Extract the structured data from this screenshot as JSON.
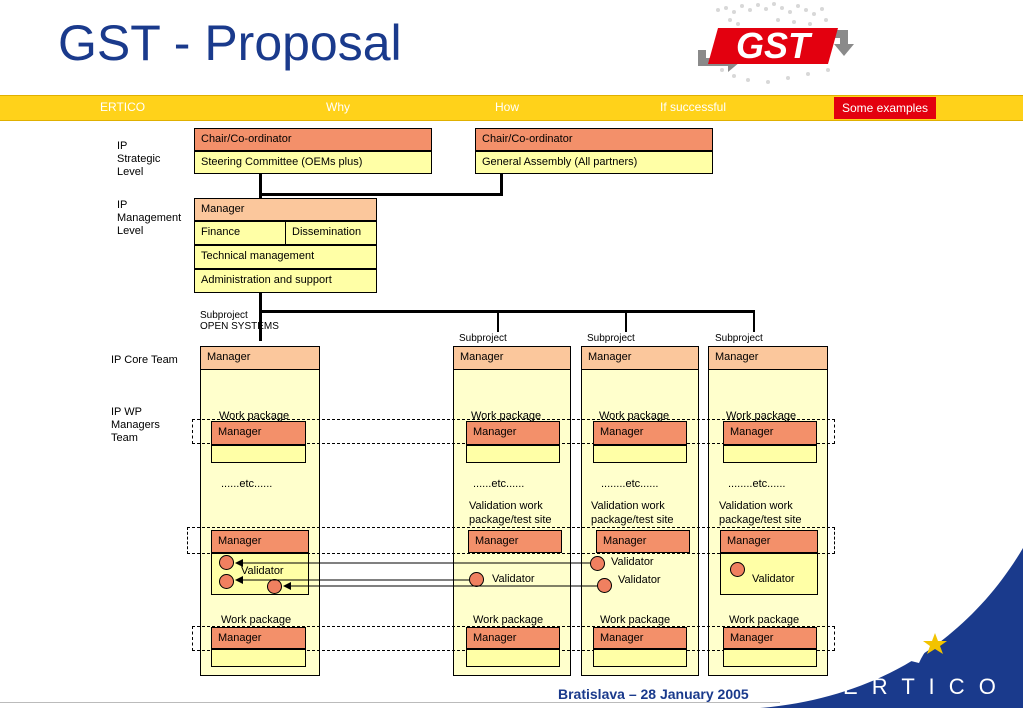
{
  "page": {
    "title": "GST - Proposal"
  },
  "logo": {
    "text": "GST"
  },
  "nav": {
    "items": [
      "ERTICO",
      "Why",
      "How",
      "If successful",
      "Some examples"
    ]
  },
  "levels": {
    "strategic": "IP\nStrategic\nLevel",
    "management": "IP\nManagement\nLevel",
    "core": "IP Core Team",
    "wp": "IP WP\nManagers\nTeam"
  },
  "strategic": {
    "left_head": "Chair/Co-ordinator",
    "left_body": "Steering Committee (OEMs plus)",
    "right_head": "Chair/Co-ordinator",
    "right_body": "General Assembly (All partners)"
  },
  "management": {
    "manager": "Manager",
    "finance": "Finance",
    "dissemination": "Dissemination",
    "technical": "Technical management",
    "admin": "Administration and support"
  },
  "subprojects": {
    "open_label": "Subproject\nOPEN SYSTEMS",
    "label": "Subproject",
    "manager": "Manager",
    "work_package": "Work package",
    "etc_a": "......etc......",
    "etc_b": "........etc......",
    "validation": "Validation work\npackage/test site",
    "validator": "Validator"
  },
  "footer": {
    "event": "Bratislava – 28 January  2005",
    "brand": "E R T I C O"
  }
}
